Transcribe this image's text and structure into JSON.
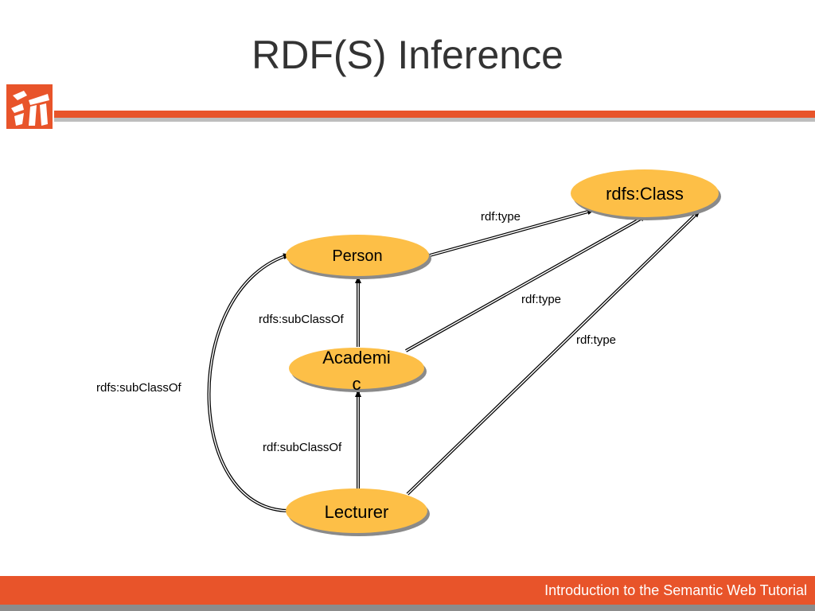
{
  "slide": {
    "title": "RDF(S) Inference",
    "footer": "Introduction to the Semantic Web Tutorial"
  },
  "colors": {
    "accent": "#e8542a",
    "node_fill": "#fdbf47",
    "footer_gray": "#8c8c8c"
  },
  "diagram": {
    "nodes": {
      "rdfs_class": "rdfs:Class",
      "person": "Person",
      "academic_line1": "Academi",
      "academic_line2": "c",
      "lecturer": "Lecturer"
    },
    "edges": {
      "person_type": "rdf:type",
      "academic_type": "rdf:type",
      "lecturer_type": "rdf:type",
      "academic_subclass": "rdfs:subClassOf",
      "lecturer_subclass": "rdf:subClassOf",
      "lecturer_person_subclass": "rdfs:subClassOf"
    }
  }
}
